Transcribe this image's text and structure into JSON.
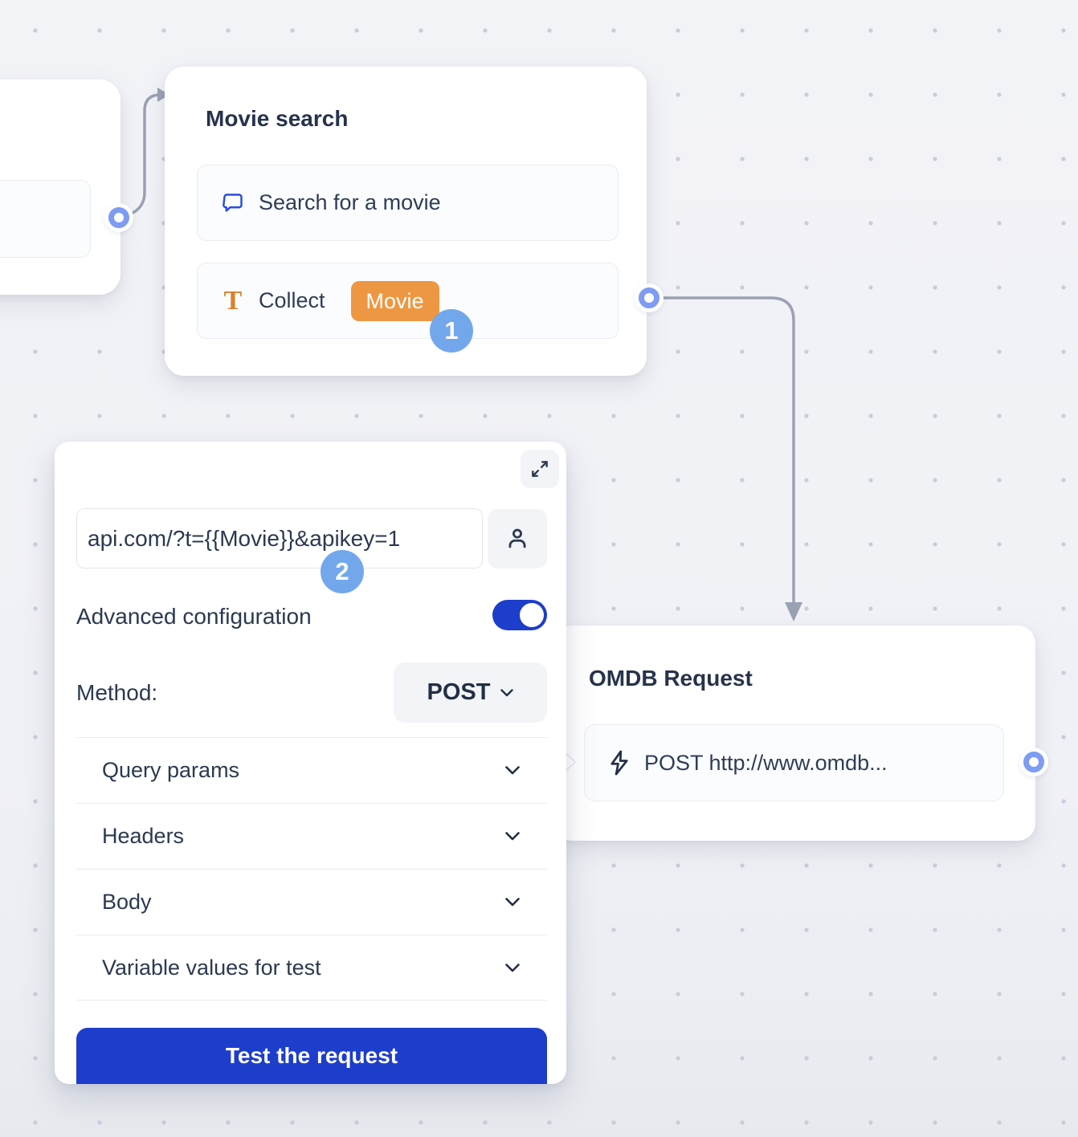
{
  "flow": {
    "movie_search": {
      "title": "Movie search",
      "rows": [
        {
          "icon": "chat-bubble-icon",
          "label": "Search for a movie"
        },
        {
          "icon": "text-collect-icon",
          "label": "Collect",
          "variable": "Movie"
        }
      ]
    },
    "omdb_request": {
      "title": "OMDB Request",
      "row": {
        "icon": "lightning-icon",
        "label": "POST http://www.omdb..."
      }
    }
  },
  "annotations": {
    "step1": "1",
    "step2": "2"
  },
  "panel": {
    "url_input": {
      "value": "api.com/?t={{Movie}}&apikey=1"
    },
    "advanced_configuration": {
      "label": "Advanced configuration",
      "enabled": true
    },
    "method": {
      "label": "Method:",
      "value": "POST"
    },
    "sections": [
      {
        "label": "Query params"
      },
      {
        "label": "Headers"
      },
      {
        "label": "Body"
      },
      {
        "label": "Variable values for test"
      }
    ],
    "test_button": "Test the request"
  },
  "colors": {
    "accent_blue": "#1d3dcb",
    "step_badge_blue": "#73a7ec",
    "variable_orange": "#ee9742",
    "port_blue": "#7e9cf3",
    "connector_gray": "#9aa1b3",
    "text_navy": "#2b3950",
    "canvas_bg": "#f1f2f6"
  }
}
